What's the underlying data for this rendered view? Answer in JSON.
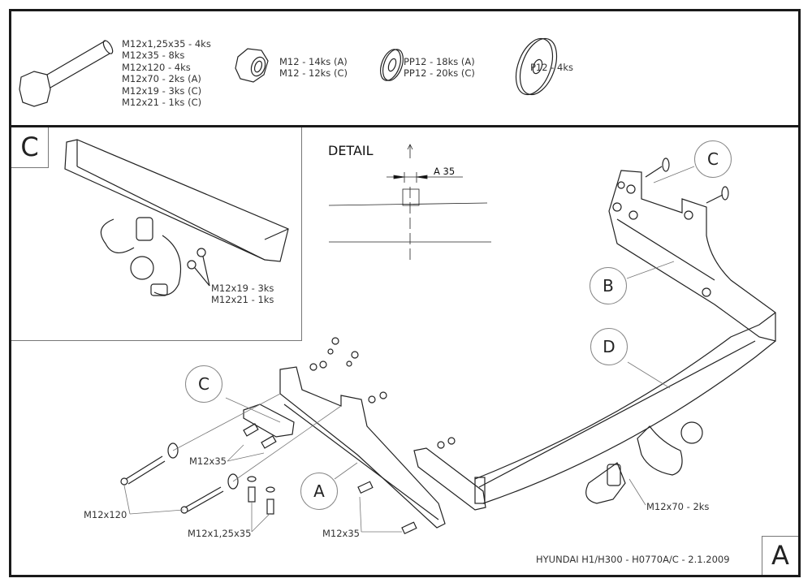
{
  "parts_list": {
    "bolts": [
      "M12x1,25x35 - 4ks",
      "M12x35 - 8ks",
      "M12x120 - 4ks",
      "M12x70 - 2ks (A)",
      "M12x19 - 3ks (C)",
      "M12x21 - 1ks (C)"
    ],
    "nuts": [
      "M12 - 14ks (A)",
      "M12 - 12ks (C)"
    ],
    "spring_washers": [
      "PP12 - 18ks (A)",
      "PP12 - 20ks (C)"
    ],
    "flat_washers": [
      "P12 - 4ks"
    ]
  },
  "detail_view": {
    "corner_label": "C",
    "callouts": [
      "M12x19 - 3ks",
      "M12x21 - 1ks"
    ]
  },
  "detail_section": {
    "title": "DETAIL",
    "dimension": "A 35"
  },
  "balloons": {
    "c_top": "C",
    "b": "B",
    "d": "D",
    "c_left": "C",
    "a": "A"
  },
  "callouts": {
    "m12x35_a": "M12x35",
    "m12x120": "M12x120",
    "m12x125x35": "M12x1,25x35",
    "m12x35_b": "M12x35",
    "m12x70": "M12x70 - 2ks"
  },
  "title_block": {
    "text": "HYUNDAI H1/H300 - H0770A/C - 2.1.2009",
    "sheet_letter": "A"
  }
}
